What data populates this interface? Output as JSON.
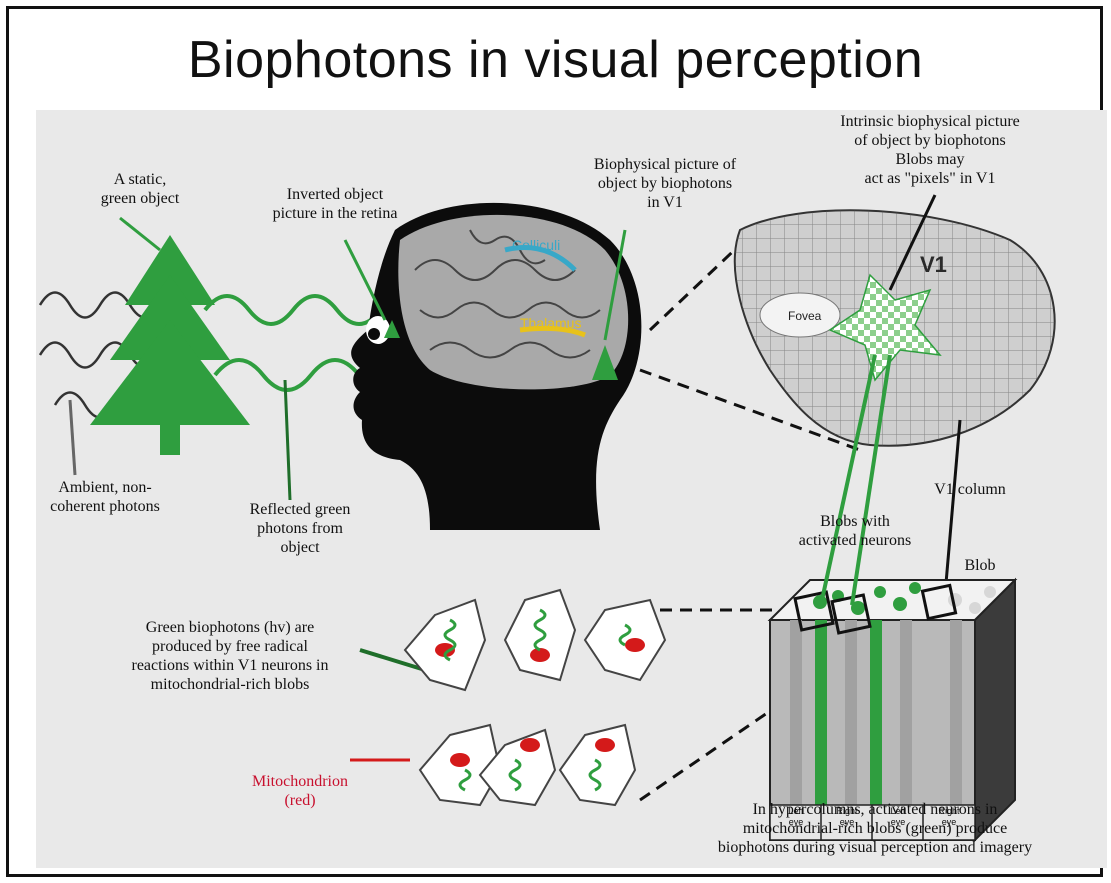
{
  "title": "Biophotons in visual perception",
  "labels": {
    "static_object": "A static,\ngreen object",
    "inverted_picture": "Inverted object\npicture in the retina",
    "biophysical_v1": "Biophysical picture of\nobject by biophotons\nin V1",
    "intrinsic_picture": "Intrinsic biophysical picture\nof object by biophotons\nBlobs may\nact as \"pixels\" in V1",
    "ambient_photons": "Ambient, non-\ncoherent photons",
    "reflected_photons": "Reflected green\nphotons from\nobject",
    "v1_column": "V1 column",
    "blobs_activated": "Blobs with\nactivated neurons",
    "blob": "Blob",
    "green_biophotons": "Green biophotons (hv)  are\nproduced by free radical\nreactions within V1 neurons in\nmitochondrial-rich blobs",
    "mitochondrion": "Mitochondrion\n(red)",
    "hypercolumns": "In hypercolumns, activated neurons in\nmitochondrial-rich blobs (green) produce\nbiophotons during visual perception and imagery"
  },
  "map_labels": {
    "v1": "V1",
    "fovea": "Fovea",
    "colliculi": "Colliculi",
    "lgn": "Thalamus"
  },
  "eye_labels": [
    "Left\neye",
    "Right\neye",
    "Left\neye",
    "Right\neye"
  ],
  "colors": {
    "green": "#2f9e3f",
    "dark_green": "#1f6e2a",
    "red": "#d41a1a",
    "cyan": "#38a8c8",
    "yellow": "#e8c21a",
    "head": "#0c0c0c",
    "panel": "#e9e9e9"
  }
}
